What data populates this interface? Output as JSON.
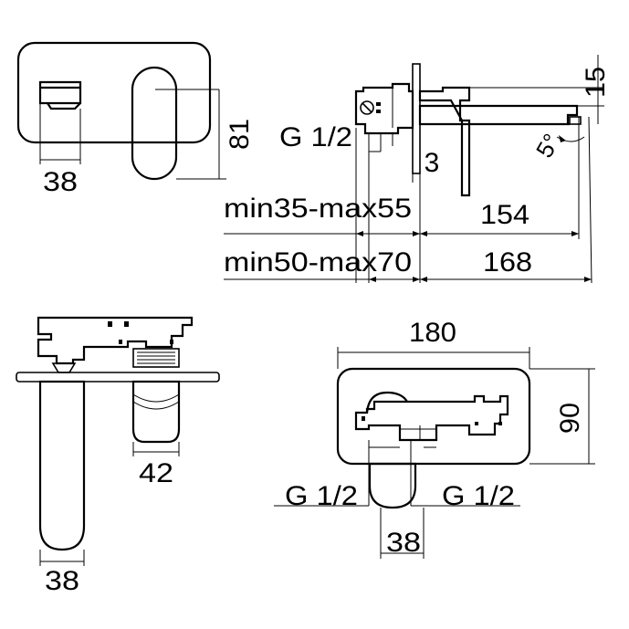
{
  "front_view": {
    "width_label": "38",
    "height_label": "81"
  },
  "side_view": {
    "thread_label": "G 1/2",
    "plate_label": "3",
    "height_label": "15",
    "angle_label": "5°",
    "range_short_label": "min35-max55",
    "spout_short_label": "154",
    "range_long_label": "min50-max70",
    "spout_long_label": "168"
  },
  "body_view": {
    "body_label": "42",
    "spout_label": "38"
  },
  "rear_view": {
    "width_label": "180",
    "height_label": "90",
    "thread_left_label": "G 1/2",
    "thread_right_label": "G 1/2",
    "spacing_label": "38"
  }
}
